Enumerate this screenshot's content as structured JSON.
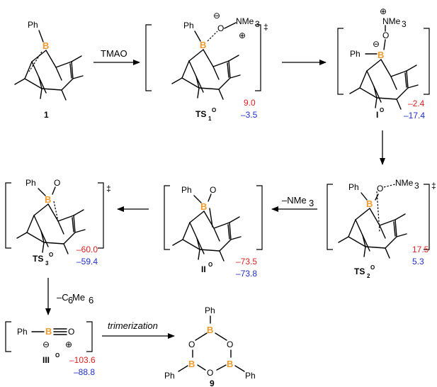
{
  "reagents": {
    "tmao": "TMAO",
    "nme3_loss": "–NMe",
    "nme3_sub": "3",
    "c6me6_loss": "–C",
    "c6me6_sub1": "6",
    "c6me6_mid": "Me",
    "c6me6_sub2": "6",
    "trimerization": "trimerization"
  },
  "atoms": {
    "ph": "Ph",
    "b": "B",
    "o": "O",
    "nme": "NMe",
    "sub3": "3",
    "minus": "⊖",
    "plus": "⊕",
    "dagger": "‡"
  },
  "compounds": {
    "c1": {
      "label": "1"
    },
    "ts1": {
      "label": "TS",
      "sub": "1",
      "sup": "O",
      "e_red": "9.0",
      "e_blue": "–3.5"
    },
    "i": {
      "label": "I",
      "sup": "O",
      "e_red": "–2.4",
      "e_blue": "–17.4"
    },
    "ts2": {
      "label": "TS",
      "sub": "2",
      "sup": "O",
      "e_red": "17.5",
      "e_blue": "5.3"
    },
    "ii": {
      "label": "II",
      "sup": "O",
      "e_red": "–73.5",
      "e_blue": "–73.8"
    },
    "ts3": {
      "label": "TS",
      "sub": "3",
      "sup": "O",
      "e_red": "–60.0",
      "e_blue": "–59.4"
    },
    "iii": {
      "label": "III",
      "sup": "O",
      "e_red": "–103.6",
      "e_blue": "–88.8"
    },
    "c9": {
      "label": "9"
    }
  },
  "colors": {
    "boron": "#f39a2d",
    "red": "#e0201f",
    "blue": "#1f2fd0"
  }
}
